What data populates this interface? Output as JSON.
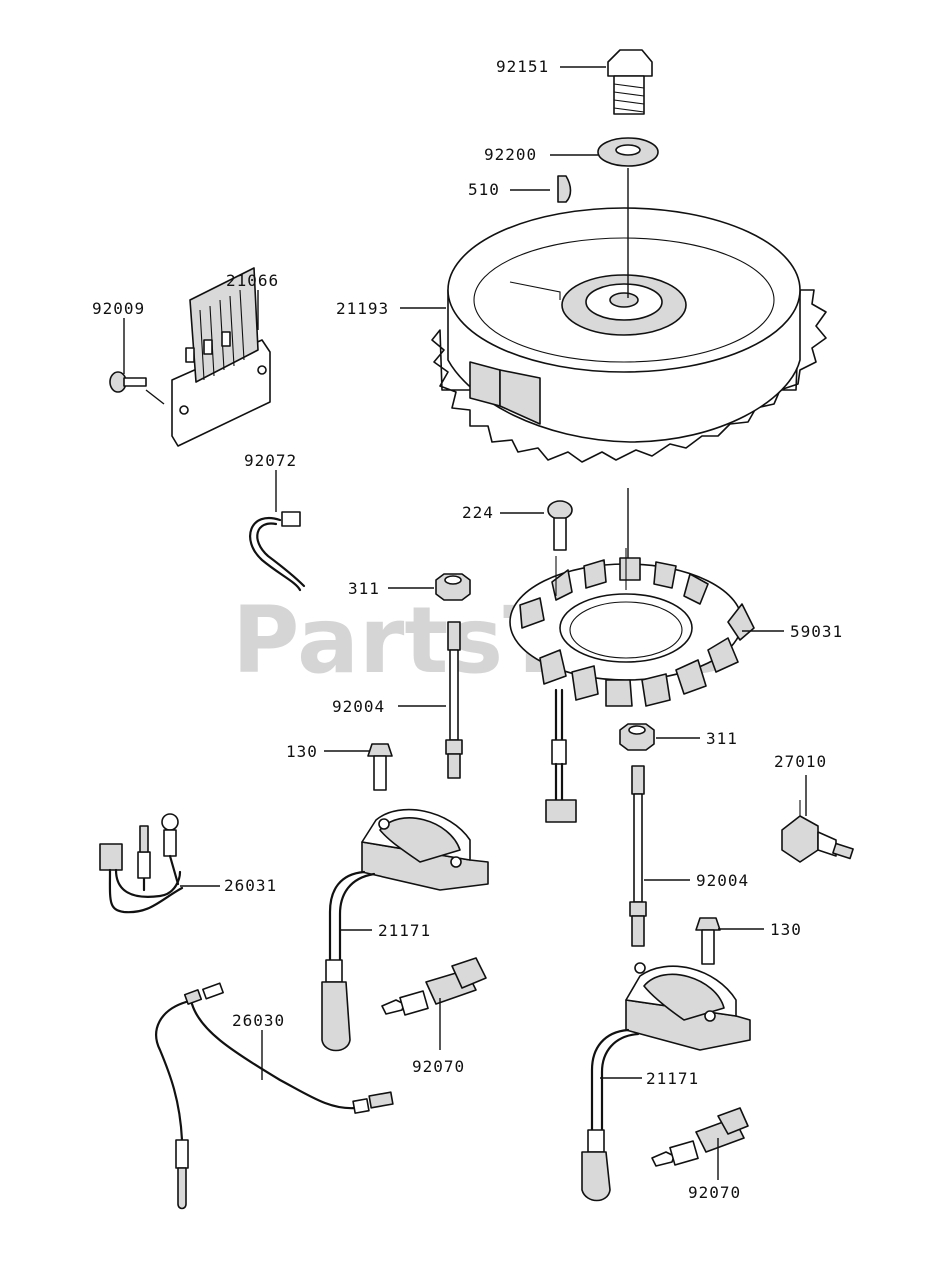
{
  "watermark": "PartsTree",
  "callouts": {
    "bolt_top": "92151",
    "washer_top": "92200",
    "key": "510",
    "flywheel": "21193",
    "regulator_screw": "92009",
    "regulator": "21066",
    "wire_tie": "92072",
    "stator_bolt": "224",
    "nut_left": "311",
    "stator": "59031",
    "stud_left": "92004",
    "nut_right": "311",
    "bolt_left": "130",
    "oil_switch": "27010",
    "lead_connector": "26031",
    "ignition_coil_left": "21171",
    "stud_right": "92004",
    "bolt_right": "130",
    "lead_harness": "26030",
    "spark_plug_left": "92070",
    "ignition_coil_right": "21171",
    "spark_plug_right": "92070"
  }
}
